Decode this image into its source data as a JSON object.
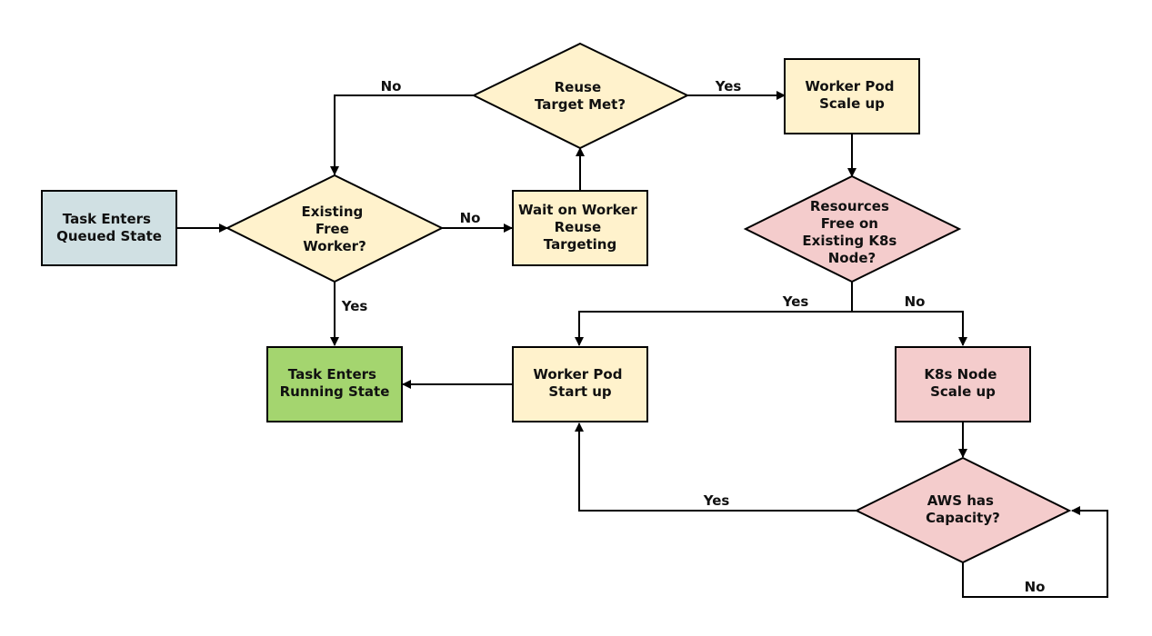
{
  "colors": {
    "blue": "#d0e0e3",
    "yellow": "#fff2cc",
    "pink": "#f4cccc",
    "green": "#a4d56f",
    "stroke": "#000000"
  },
  "nodes": {
    "task_queued": [
      "Task Enters",
      "Queued State"
    ],
    "existing_free_worker": [
      "Existing",
      "Free",
      "Worker?"
    ],
    "wait_on_worker": [
      "Wait on Worker",
      "Reuse",
      "Targeting"
    ],
    "reuse_target_met": [
      "Reuse",
      "Target Met?"
    ],
    "worker_pod_scale_up": [
      "Worker Pod",
      "Scale up"
    ],
    "resources_free": [
      "Resources",
      "Free on",
      "Existing K8s",
      "Node?"
    ],
    "k8s_node_scale_up": [
      "K8s Node",
      "Scale up"
    ],
    "aws_capacity": [
      "AWS has",
      "Capacity?"
    ],
    "worker_pod_start_up": [
      "Worker Pod",
      "Start up"
    ],
    "task_running": [
      "Task Enters",
      "Running State"
    ]
  },
  "edges": {
    "free_worker_no": "No",
    "free_worker_yes": "Yes",
    "reuse_no": "No",
    "reuse_yes": "Yes",
    "resources_yes": "Yes",
    "resources_no": "No",
    "aws_yes": "Yes",
    "aws_no": "No"
  }
}
